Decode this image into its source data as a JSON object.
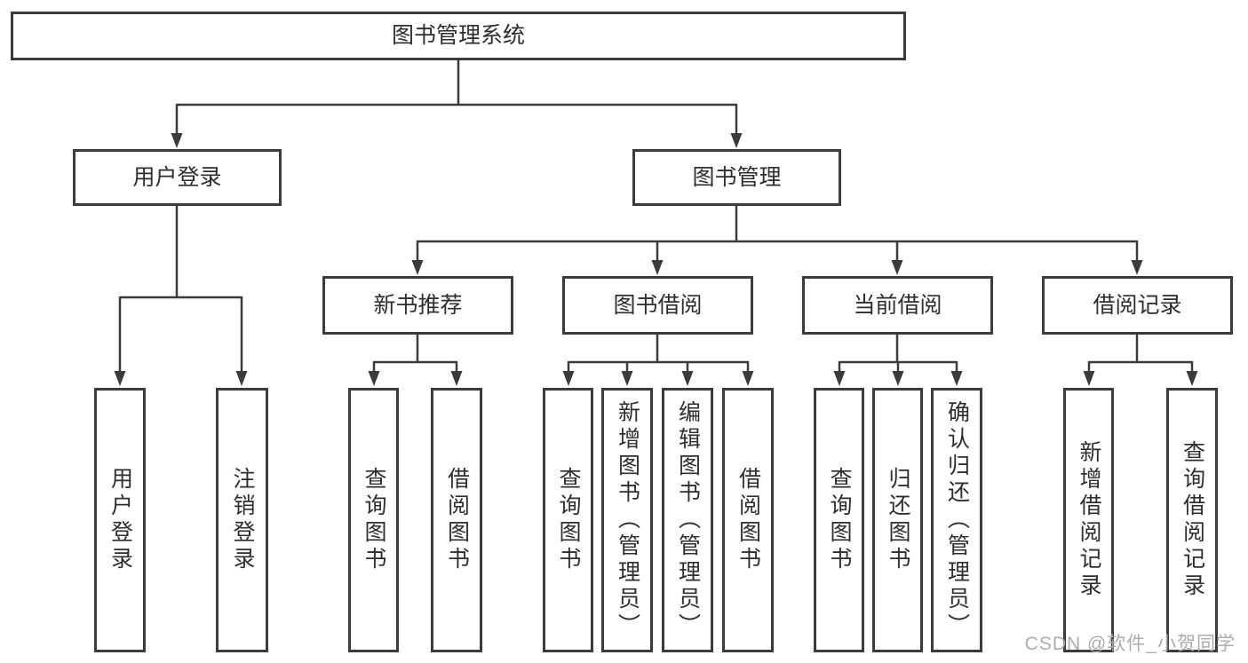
{
  "diagram": {
    "root": {
      "label": "图书管理系统"
    },
    "branches": [
      {
        "label": "用户登录",
        "children": [
          {
            "label": "用户登录"
          },
          {
            "label": "注销登录"
          }
        ]
      },
      {
        "label": "图书管理",
        "children": [
          {
            "label": "新书推荐",
            "children": [
              {
                "label": "查询图书"
              },
              {
                "label": "借阅图书"
              }
            ]
          },
          {
            "label": "图书借阅",
            "children": [
              {
                "label": "查询图书"
              },
              {
                "label": "新增图书（管理员）"
              },
              {
                "label": "编辑图书（管理员）"
              },
              {
                "label": "借阅图书"
              }
            ]
          },
          {
            "label": "当前借阅",
            "children": [
              {
                "label": "查询图书"
              },
              {
                "label": "归还图书"
              },
              {
                "label": "确认归还（管理员）"
              }
            ]
          },
          {
            "label": "借阅记录",
            "children": [
              {
                "label": "新增借阅记录"
              },
              {
                "label": "查询借阅记录"
              }
            ]
          }
        ]
      }
    ],
    "line_color": "#3b3b3b",
    "text_color": "#2e2e2e"
  },
  "watermark": {
    "text": "CSDN @软件_小贺同学"
  }
}
